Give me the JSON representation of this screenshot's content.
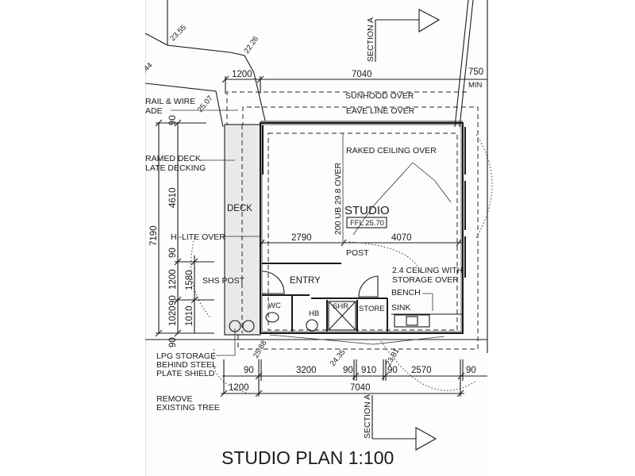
{
  "drawing": {
    "title": "STUDIO PLAN 1:100",
    "section_marker": "SECTION A",
    "levels": {
      "l1": "23.55",
      "l2": "22.26",
      "l3": "25.07",
      "l4": ".44",
      "l5": "25.88",
      "l6": "24.35",
      "l7": "23.81"
    },
    "rooms": {
      "studio": "STUDIO",
      "ffl": "FFL 25.70",
      "deck": "DECK",
      "entry": "ENTRY",
      "wc": "WC",
      "hb": "HB",
      "shr": "SHR",
      "store": "STORE"
    },
    "notes": {
      "sunhood": "SUNHOOD OVER",
      "eave": "EAVE LINE OVER",
      "raked": "RAKED CEILING OVER",
      "beam": "200 UB 29.8 OVER",
      "post": "POST",
      "ceiling1": "2.4 CEILING WITH",
      "ceiling2": "STORAGE OVER",
      "bench": "BENCH",
      "sink": "SINK",
      "rail1": "RAIL & WIRE",
      "rail2": "ADE",
      "deck1": "RAMED DECK",
      "deck2": "LATE DECKING",
      "hilite": "HI-LITE OVER",
      "shs": "SHS POST",
      "lpg1": "LPG STORAGE",
      "lpg2": "BEHIND STEEL",
      "lpg3": "PLATE SHIELD",
      "tree1": "REMOVE",
      "tree2": "EXISTING TREE",
      "min_val": "750",
      "min_lbl": "MIN"
    },
    "dimensions": {
      "top_1200": "1200",
      "top_7040": "7040",
      "int_2790": "2790",
      "int_4070": "4070",
      "left_90a": "90",
      "left_4610": "4610",
      "left_7190": "7190",
      "left_90b": "90",
      "left_1200": "1200",
      "left_1580": "1580",
      "left_90c": "90",
      "left_1020": "1020",
      "left_1010": "1010",
      "left_90d": "90",
      "bot_90a": "90",
      "bot_3200": "3200",
      "bot_90b": "90",
      "bot_910": "910",
      "bot_90c": "90",
      "bot_2570": "2570",
      "bot_90d": "90",
      "bot_1200": "1200",
      "bot_7040": "7040"
    }
  }
}
